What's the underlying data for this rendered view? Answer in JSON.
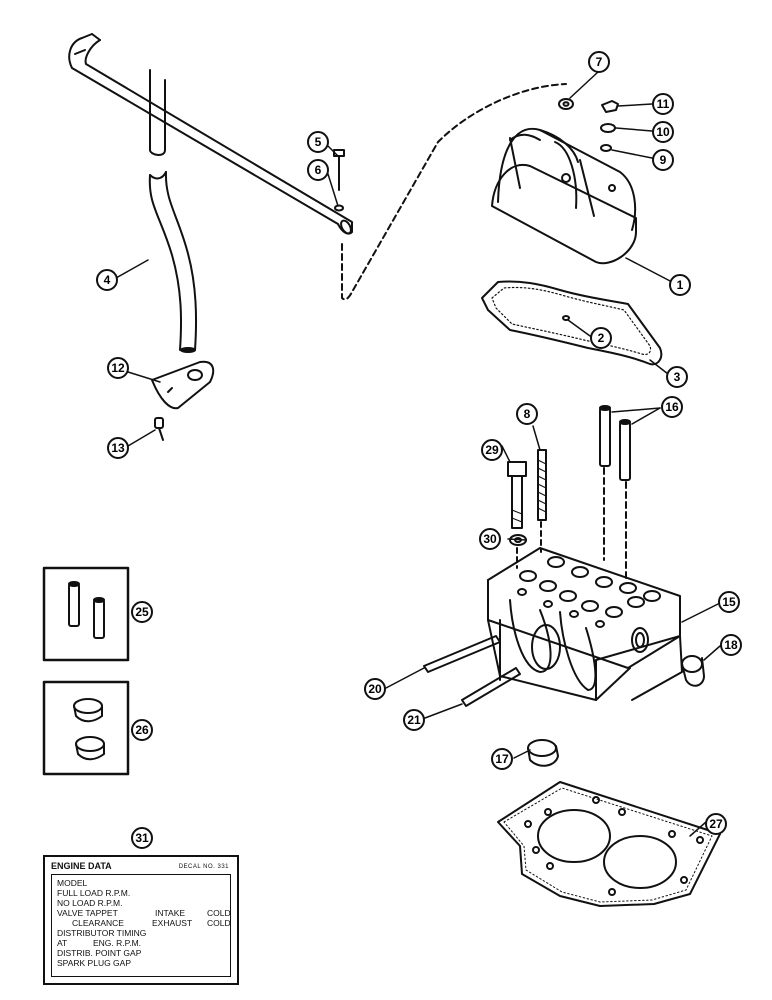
{
  "callouts": [
    "1",
    "2",
    "3",
    "4",
    "5",
    "6",
    "7",
    "8",
    "9",
    "10",
    "11",
    "12",
    "13",
    "15",
    "16",
    "17",
    "18",
    "20",
    "21",
    "25",
    "26",
    "27",
    "29",
    "30",
    "31"
  ],
  "decal": {
    "title": "ENGINE DATA",
    "decal_no": "DECAL NO. 331",
    "lines": [
      {
        "a": "MODEL",
        "b": "",
        "c": ""
      },
      {
        "a": "FULL LOAD R.P.M.",
        "b": "",
        "c": ""
      },
      {
        "a": "NO LOAD R.P.M.",
        "b": "",
        "c": ""
      },
      {
        "a": "VALVE TAPPET",
        "b": "INTAKE",
        "c": "COLD"
      },
      {
        "a": "CLEARANCE",
        "b": "EXHAUST",
        "c": "COLD"
      },
      {
        "a": "DISTRIBUTOR TIMING",
        "b": "",
        "c": ""
      },
      {
        "a": "AT",
        "b": "ENG. R.P.M.",
        "c": ""
      },
      {
        "a": "DISTRIB. POINT GAP",
        "b": "",
        "c": ""
      },
      {
        "a": "SPARK PLUG GAP",
        "b": "",
        "c": ""
      }
    ]
  }
}
